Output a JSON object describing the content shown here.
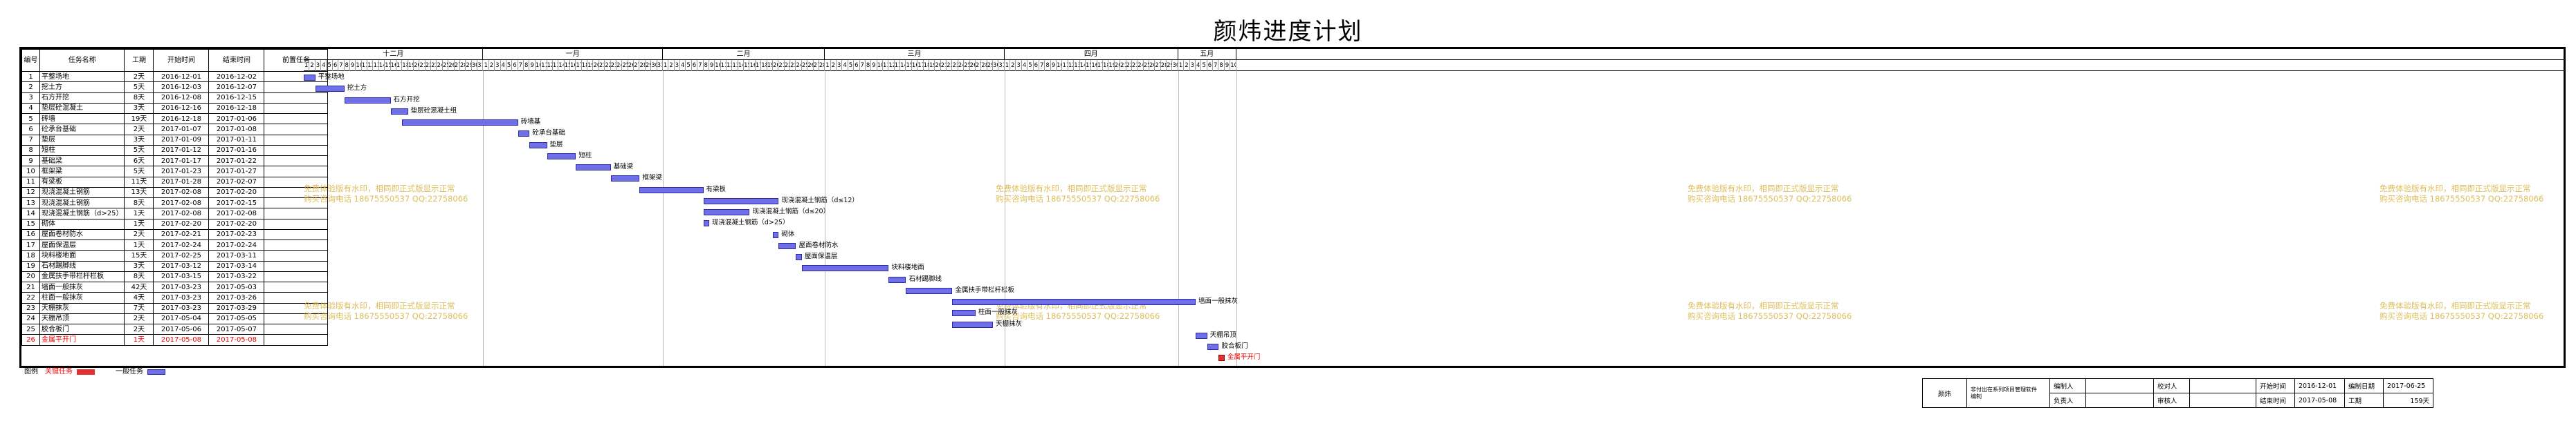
{
  "title": "颜炜进度计划",
  "headers": {
    "id": "编号",
    "name": "任务名称",
    "duration": "工期",
    "start": "开始时间",
    "end": "结束时间",
    "pre": "前置任务"
  },
  "timeline_start": "2016-12-01",
  "months": [
    {
      "label": "十二月",
      "days": 31
    },
    {
      "label": "一月",
      "days": 31
    },
    {
      "label": "二月",
      "days": 28
    },
    {
      "label": "三月",
      "days": 31
    },
    {
      "label": "四月",
      "days": 30
    },
    {
      "label": "五月",
      "days": 10
    }
  ],
  "tasks": [
    {
      "id": "1",
      "name": "平整场地",
      "duration": "2天",
      "start": "2016-12-01",
      "end": "2016-12-02",
      "pre": "",
      "critical": false,
      "label": "平整场地"
    },
    {
      "id": "2",
      "name": "挖土方",
      "duration": "5天",
      "start": "2016-12-03",
      "end": "2016-12-07",
      "pre": "",
      "critical": false,
      "label": "挖土方"
    },
    {
      "id": "3",
      "name": "石方开挖",
      "duration": "8天",
      "start": "2016-12-08",
      "end": "2016-12-15",
      "pre": "",
      "critical": false,
      "label": "石方开挖"
    },
    {
      "id": "4",
      "name": "垫层砼混凝土",
      "duration": "3天",
      "start": "2016-12-16",
      "end": "2016-12-18",
      "pre": "",
      "critical": false,
      "label": "垫层砼混凝土组"
    },
    {
      "id": "5",
      "name": "砖墙",
      "duration": "19天",
      "start": "2016-12-18",
      "end": "2017-01-06",
      "pre": "",
      "critical": false,
      "label": "砖墙基"
    },
    {
      "id": "6",
      "name": "砼承台基础",
      "duration": "2天",
      "start": "2017-01-07",
      "end": "2017-01-08",
      "pre": "",
      "critical": false,
      "label": "砼承台基础"
    },
    {
      "id": "7",
      "name": "垫层",
      "duration": "3天",
      "start": "2017-01-09",
      "end": "2017-01-11",
      "pre": "",
      "critical": false,
      "label": "垫层"
    },
    {
      "id": "8",
      "name": "短柱",
      "duration": "5天",
      "start": "2017-01-12",
      "end": "2017-01-16",
      "pre": "",
      "critical": false,
      "label": "短柱"
    },
    {
      "id": "9",
      "name": "基础梁",
      "duration": "6天",
      "start": "2017-01-17",
      "end": "2017-01-22",
      "pre": "",
      "critical": false,
      "label": "基础梁"
    },
    {
      "id": "10",
      "name": "框架梁",
      "duration": "5天",
      "start": "2017-01-23",
      "end": "2017-01-27",
      "pre": "",
      "critical": false,
      "label": "框架梁"
    },
    {
      "id": "11",
      "name": "有梁板",
      "duration": "11天",
      "start": "2017-01-28",
      "end": "2017-02-07",
      "pre": "",
      "critical": false,
      "label": "有梁板"
    },
    {
      "id": "12",
      "name": "现浇混凝土钢筋",
      "duration": "13天",
      "start": "2017-02-08",
      "end": "2017-02-20",
      "pre": "",
      "critical": false,
      "label": "现浇混凝土钢筋（d≤12）"
    },
    {
      "id": "13",
      "name": "现浇混凝土钢筋",
      "duration": "8天",
      "start": "2017-02-08",
      "end": "2017-02-15",
      "pre": "",
      "critical": false,
      "label": "现浇混凝土钢筋（d≤20）"
    },
    {
      "id": "14",
      "name": "现浇混凝土钢筋（d>25）",
      "duration": "1天",
      "start": "2017-02-08",
      "end": "2017-02-08",
      "pre": "",
      "critical": false,
      "label": "现浇混凝土钢筋（d>25）"
    },
    {
      "id": "15",
      "name": "砌体",
      "duration": "1天",
      "start": "2017-02-20",
      "end": "2017-02-20",
      "pre": "",
      "critical": false,
      "label": "砌体"
    },
    {
      "id": "16",
      "name": "屋面卷材防水",
      "duration": "2天",
      "start": "2017-02-21",
      "end": "2017-02-23",
      "pre": "",
      "critical": false,
      "label": "屋面卷材防水"
    },
    {
      "id": "17",
      "name": "屋面保温层",
      "duration": "1天",
      "start": "2017-02-24",
      "end": "2017-02-24",
      "pre": "",
      "critical": false,
      "label": "屋面保温层"
    },
    {
      "id": "18",
      "name": "块料楼地面",
      "duration": "15天",
      "start": "2017-02-25",
      "end": "2017-03-11",
      "pre": "",
      "critical": false,
      "label": "块料楼地面"
    },
    {
      "id": "19",
      "name": "石材踢脚线",
      "duration": "3天",
      "start": "2017-03-12",
      "end": "2017-03-14",
      "pre": "",
      "critical": false,
      "label": "石材踢脚线"
    },
    {
      "id": "20",
      "name": "金属扶手带栏杆栏板",
      "duration": "8天",
      "start": "2017-03-15",
      "end": "2017-03-22",
      "pre": "",
      "critical": false,
      "label": "金属扶手带栏杆栏板"
    },
    {
      "id": "21",
      "name": "墙面一般抹灰",
      "duration": "42天",
      "start": "2017-03-23",
      "end": "2017-05-03",
      "pre": "",
      "critical": false,
      "label": "墙面一般抹灰"
    },
    {
      "id": "22",
      "name": "柱面一般抹灰",
      "duration": "4天",
      "start": "2017-03-23",
      "end": "2017-03-26",
      "pre": "",
      "critical": false,
      "label": "柱面一般抹灰"
    },
    {
      "id": "23",
      "name": "天棚抹灰",
      "duration": "7天",
      "start": "2017-03-23",
      "end": "2017-03-29",
      "pre": "",
      "critical": false,
      "label": "天棚抹灰"
    },
    {
      "id": "24",
      "name": "天棚吊顶",
      "duration": "2天",
      "start": "2017-05-04",
      "end": "2017-05-05",
      "pre": "",
      "critical": false,
      "label": "天棚吊顶"
    },
    {
      "id": "25",
      "name": "胶合板门",
      "duration": "2天",
      "start": "2017-05-06",
      "end": "2017-05-07",
      "pre": "",
      "critical": false,
      "label": "胶合板门"
    },
    {
      "id": "26",
      "name": "金属平开门",
      "duration": "1天",
      "start": "2017-05-08",
      "end": "2017-05-08",
      "pre": "",
      "critical": true,
      "label": "金属平开门"
    }
  ],
  "legend": {
    "label": "图例",
    "critical": "关键任务",
    "normal": "一般任务",
    "critical_color": "#e03030",
    "normal_color": "#6f6fe8"
  },
  "watermark": {
    "line1": "免费体验版有水印，相同即正式版显示正常",
    "line2": "购买咨询电话 18675550537 QQ:22758066"
  },
  "info": {
    "unit": "颜炜",
    "software": "非付出在系列项目管理软件",
    "software2": "编制",
    "editor_label": "编制人",
    "checker_label": "校对人",
    "start_label": "开始时间",
    "start_value": "2016-12-01",
    "date_label": "编制日期",
    "date_value": "2017-06-25",
    "manager_label": "负责人",
    "reviewer_label": "审核人",
    "end_label": "结束时间",
    "end_value": "2017-05-08",
    "duration_label": "工期",
    "duration_value": "159天"
  }
}
